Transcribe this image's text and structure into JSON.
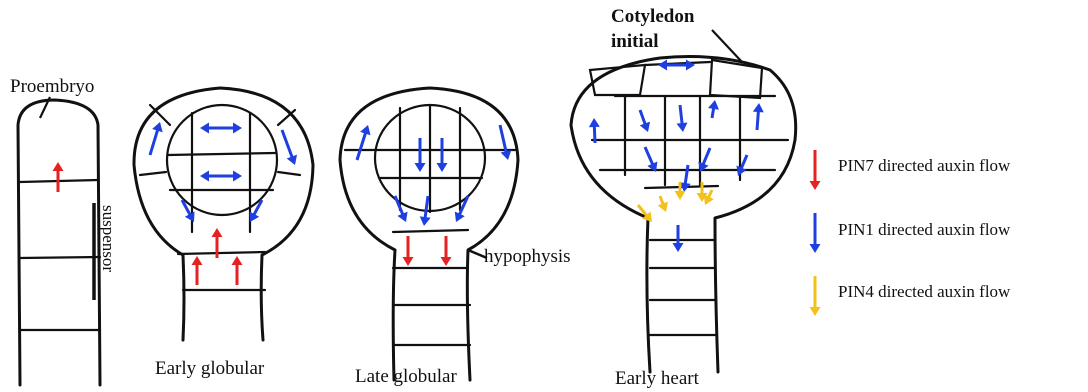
{
  "labels": {
    "proembryo": "Proembryo",
    "suspensor": "suspensor",
    "early_globular": "Early globular",
    "late_globular": "Late globular",
    "early_heart": "Early heart",
    "hypophysis": "hypophysis",
    "cotyledon_line1": "Cotyledon",
    "cotyledon_line2": "initial"
  },
  "legend": [
    {
      "label": "PIN7 directed auxin flow",
      "color": "#e52222",
      "icon": "red-arrow-down-icon"
    },
    {
      "label": "PIN1 directed auxin flow",
      "color": "#1f3fe0",
      "icon": "blue-arrow-down-icon"
    },
    {
      "label": "PIN4 directed auxin flow",
      "color": "#f2c21b",
      "icon": "yellow-arrow-down-icon"
    }
  ],
  "colors": {
    "pin7": "#e52222",
    "pin1": "#1f3fe0",
    "pin4": "#f2c21b",
    "outline": "#111111"
  }
}
